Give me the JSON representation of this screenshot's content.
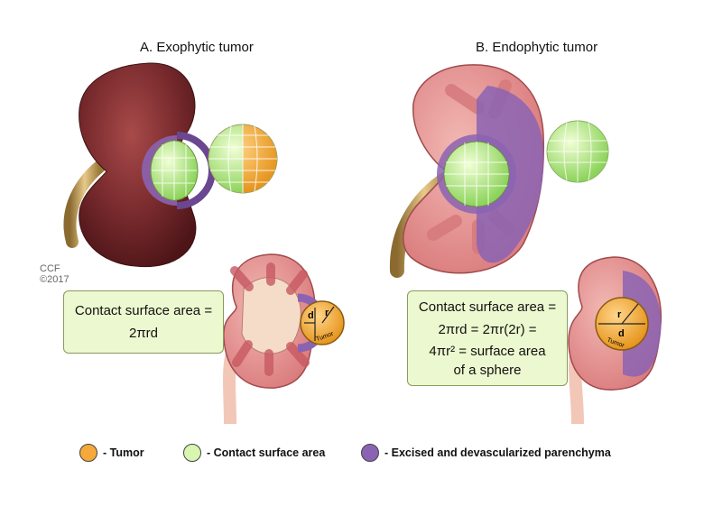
{
  "panel_a": {
    "title": "A. Exophytic tumor"
  },
  "panel_b": {
    "title": "B. Endophytic tumor"
  },
  "credit": {
    "line1": "CCF",
    "line2": "©2017"
  },
  "box_a": {
    "line1": "Contact surface area =",
    "line2": "2πrd"
  },
  "box_b": {
    "line1": "Contact surface area =",
    "line2": "2πrd = 2πr(2r) =",
    "line3": "4πr² = surface area",
    "line4": "of a sphere"
  },
  "tumor_labels": {
    "r": "r",
    "d": "d",
    "tumor": "Tumor"
  },
  "legend": [
    {
      "label": "- Tumor",
      "color": "#f4a93a"
    },
    {
      "label": "- Contact surface area",
      "color": "#d9f5b0"
    },
    {
      "label": "- Excised and devascularized parenchyma",
      "color": "#8b63b3"
    }
  ]
}
